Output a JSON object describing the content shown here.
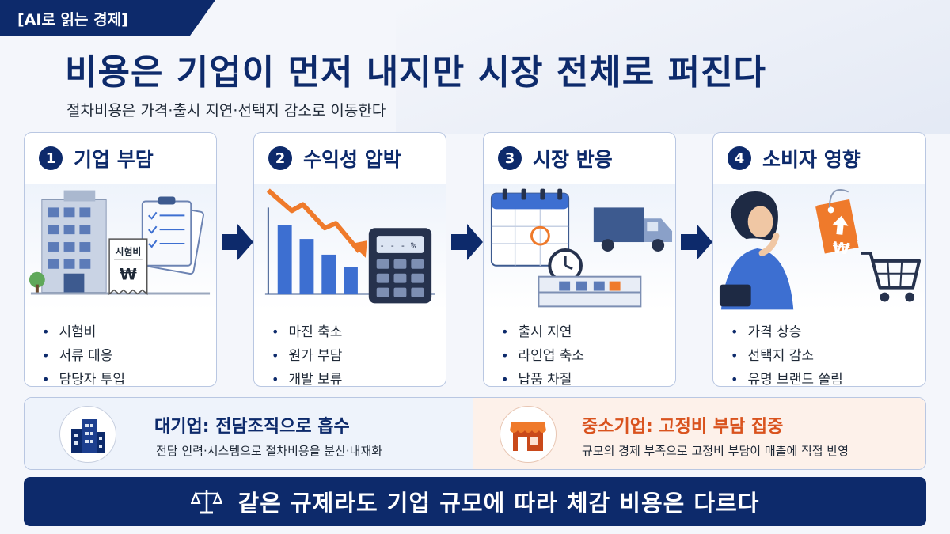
{
  "header": {
    "tag": "[AI로 읽는 경제]",
    "title": "비용은 기업이 먼저 내지만 시장 전체로 퍼진다",
    "subtitle": "절차비용은 가격·출시 지연·선택지 감소로 이동한다"
  },
  "steps": [
    {
      "num": "1",
      "title": "기업 부담",
      "icon": "building-document-icon",
      "doc_label": "시험비",
      "items": [
        "시험비",
        "서류 대응",
        "담당자 투입"
      ]
    },
    {
      "num": "2",
      "title": "수익성 압박",
      "icon": "declining-chart-calculator-icon",
      "calc_display": "- - - %",
      "items": [
        "마진 축소",
        "원가 부담",
        "개발 보류"
      ]
    },
    {
      "num": "3",
      "title": "시장 반응",
      "icon": "calendar-truck-clock-icon",
      "items": [
        "출시 지연",
        "라인업 축소",
        "납품 차질"
      ]
    },
    {
      "num": "4",
      "title": "소비자 영향",
      "icon": "consumer-price-tag-cart-icon",
      "items": [
        "가격 상승",
        "선택지 감소",
        "유명 브랜드 쏠림"
      ]
    }
  ],
  "compare": {
    "large": {
      "title": "대기업: 전담조직으로 흡수",
      "desc": "전담 인력·시스템으로 절차비용을 분산·내재화",
      "color": "#0d2a6b"
    },
    "small": {
      "title": "중소기업: 고정비 부담 집중",
      "desc": "규모의 경제 부족으로 고정비 부담이 매출에 직접 반영",
      "color": "#d9531e"
    }
  },
  "banner": {
    "text": "같은 규제라도 기업 규모에 따라 체감 비용은 다르다"
  },
  "colors": {
    "navy": "#0d2a6b",
    "accent_orange": "#ef7a2b",
    "blue": "#3d6fd1"
  }
}
